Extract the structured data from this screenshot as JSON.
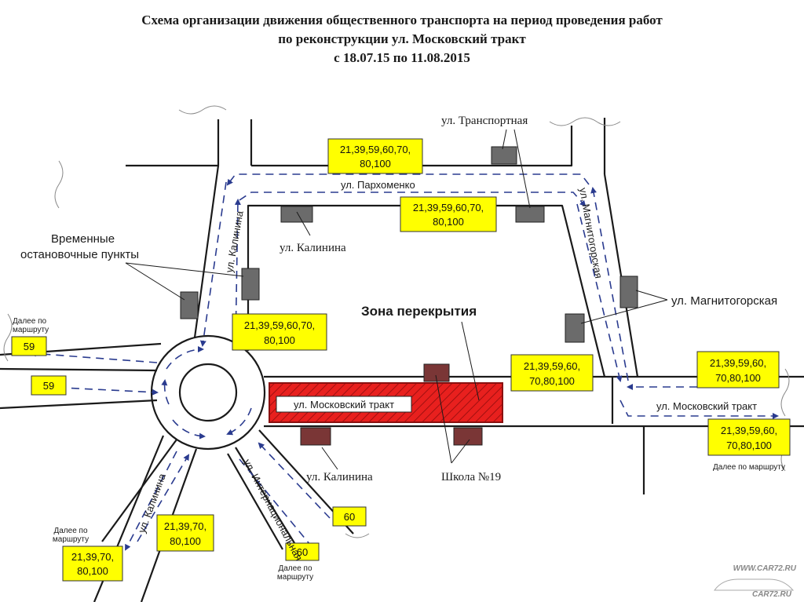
{
  "title": {
    "line1": "Схема организации движения общественного транспорта на период проведения работ",
    "line2": "по реконструкции ул. Московский тракт",
    "line3": "с 18.07.15 по 11.08.2015"
  },
  "streets": {
    "transportnaya": "ул. Транспортная",
    "parkhomenko": "ул. Пархоменко",
    "kalinina_left": "ул. Калинина",
    "kalinina_top": "ул. Калинина",
    "kalinina_bottom_left": "ул. Калинина",
    "kalinina_bottom": "ул. Калинина",
    "magnitogorskaya_vert": "ул. Магнитогорская",
    "magnitogorskaya_label": "ул. Магнитогорская",
    "moskovsky_trakt_closed": "ул. Московский тракт",
    "moskovsky_trakt_right": "ул. Московский тракт",
    "internatsionalnaya": "ул. Интернациональная"
  },
  "labels": {
    "temp_stops": [
      "Временные",
      "остановочные пункты"
    ],
    "closure_zone": "Зона перекрытия",
    "school": "Школа №19",
    "further_left": [
      "Далее по",
      "маршруту"
    ],
    "further_bottom_left": [
      "Далее по",
      "маршруту"
    ],
    "further_bottom_mid": [
      "Далее по",
      "маршруту"
    ],
    "further_right": "Далее по маршруту"
  },
  "route_boxes": {
    "top_upper": [
      "21,39,59,60,70,",
      "80,100"
    ],
    "top_lower": [
      "21,39,59,60,70,",
      "80,100"
    ],
    "kalinina_mid": [
      "21,39,59,60,70,",
      "80,100"
    ],
    "right_mid": [
      "21,39,59,60,",
      "70,80,100"
    ],
    "right_far_upper": [
      "21,39,59,60,",
      "70,80,100"
    ],
    "right_far_lower": [
      "21,39,59,60,",
      "70,80,100"
    ],
    "left_upper": "59",
    "left_lower": "59",
    "bottom_left_inner": [
      "21,39,70,",
      "80,100"
    ],
    "bottom_left_outer": [
      "21,39,70,",
      "80,100"
    ],
    "bottom_mid_upper": "60",
    "bottom_mid_lower": "60"
  },
  "watermark": {
    "top": "WWW.CAR72.RU",
    "bottom": "CAR72.RU"
  },
  "colors": {
    "route_box": "#ffff00",
    "closure_fill": "#e8201e",
    "arrow": "#2a3b8f",
    "road_outline": "#1a1a1a",
    "stop": "#6b6b6b",
    "stop_closed": "#7a3636"
  }
}
